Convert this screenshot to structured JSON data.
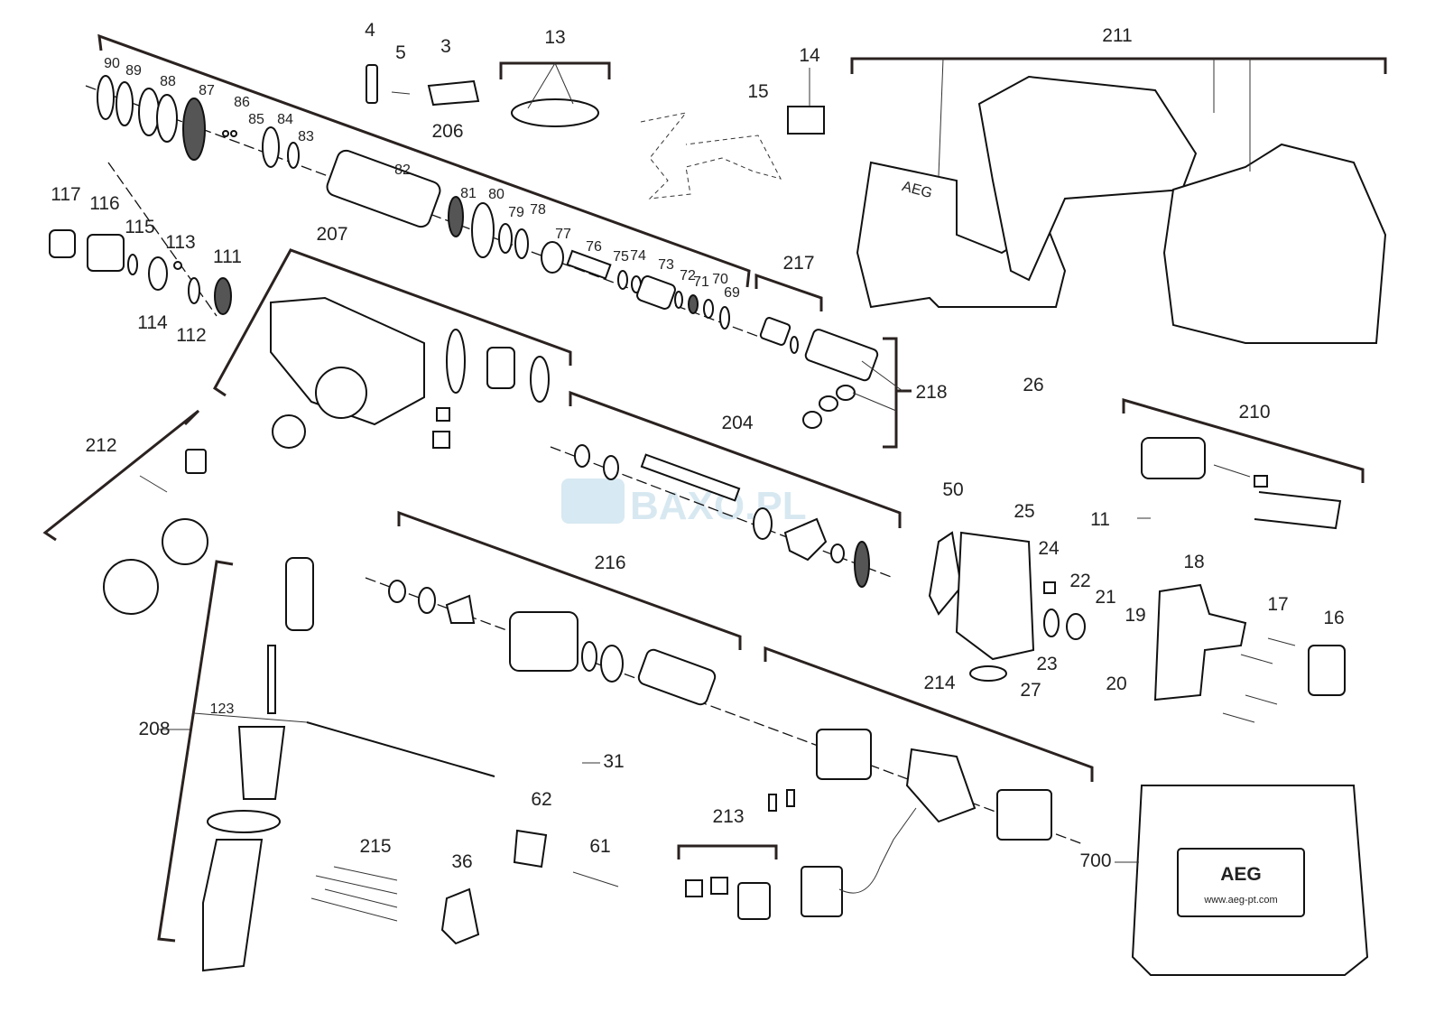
{
  "title": "Exploded parts diagram",
  "watermark": "BAXO.PL",
  "case_brand": "AEG",
  "case_url": "www.aeg-pt.com",
  "housing_brand": "AEG",
  "labels": {
    "p4": "4",
    "p5": "5",
    "p3": "3",
    "p13": "13",
    "p14": "14",
    "p15": "15",
    "p211": "211",
    "p90": "90",
    "p89": "89",
    "p88": "88",
    "p87": "87",
    "p86": "86",
    "p85": "85",
    "p84": "84",
    "p83": "83",
    "p206": "206",
    "p82": "82",
    "p81": "81",
    "p80": "80",
    "p79": "79",
    "p78": "78",
    "p77": "77",
    "p76": "76",
    "p75": "75",
    "p74": "74",
    "p73": "73",
    "p72": "72",
    "p71": "71",
    "p70": "70",
    "p69": "69",
    "p117": "117",
    "p116": "116",
    "p115": "115",
    "p113": "113",
    "p111": "111",
    "p114": "114",
    "p112": "112",
    "p207": "207",
    "p217": "217",
    "p218": "218",
    "p204": "204",
    "p26": "26",
    "p210": "210",
    "p11": "11",
    "p212": "212",
    "p50": "50",
    "p25": "25",
    "p24": "24",
    "p22": "22",
    "p21": "21",
    "p19": "19",
    "p18": "18",
    "p17": "17",
    "p16": "16",
    "p23": "23",
    "p20": "20",
    "p27": "27",
    "p216": "216",
    "p214": "214",
    "p208": "208",
    "p123": "123",
    "p31": "31",
    "p62": "62",
    "p61": "61",
    "p215": "215",
    "p36": "36",
    "p213": "213",
    "p700": "700"
  }
}
